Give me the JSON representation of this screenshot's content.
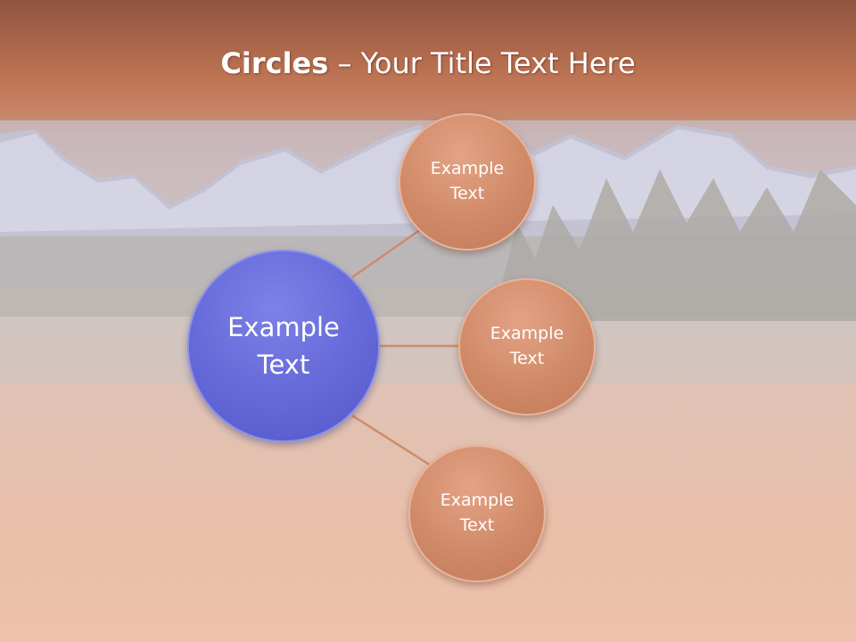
{
  "title": {
    "bold": "Circles",
    "rest": " – Your Title Text Here"
  },
  "center": {
    "label": "Example Text"
  },
  "satellites": [
    {
      "label": "Example Text"
    },
    {
      "label": "Example Text"
    },
    {
      "label": "Example Text"
    }
  ],
  "colors": {
    "center_fill": "#6468d8",
    "satellite_fill": "#d08a68",
    "connector": "#d08a6a",
    "title_band": "#b06a4c"
  }
}
